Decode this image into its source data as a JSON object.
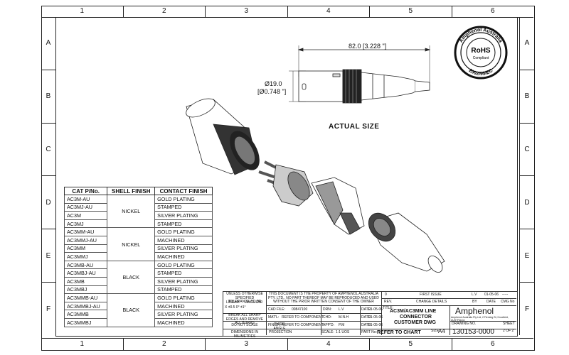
{
  "zones": {
    "columns": [
      "1",
      "2",
      "3",
      "4",
      "5",
      "6"
    ],
    "rows": [
      "A",
      "B",
      "C",
      "D",
      "E",
      "F"
    ]
  },
  "stamp": {
    "top": "Amphenol Australia",
    "middle": "RoHS",
    "sub": "Compliant",
    "bottom": "2002/95/EC"
  },
  "dimensions": {
    "length": "82.0 [3.228 \"]",
    "dia_mm": "Ø19.0",
    "dia_in": "[Ø0.748 \"]"
  },
  "actual_size_label": "ACTUAL SIZE",
  "cat_table": {
    "headers": [
      "CAT P/No.",
      "SHELL FINISH",
      "CONTACT FINISH"
    ],
    "groups": [
      {
        "shell": "NICKEL",
        "rows": [
          {
            "cat": "AC3M-AU",
            "contact": "GOLD PLATING"
          },
          {
            "cat": "AC3MJ-AU",
            "contact": "STAMPED"
          },
          {
            "cat": "AC3M",
            "contact": "SILVER PLATING"
          },
          {
            "cat": "AC3MJ",
            "contact": "STAMPED"
          }
        ]
      },
      {
        "shell": "NICKEL",
        "rows": [
          {
            "cat": "AC3MM-AU",
            "contact": "GOLD PLATING"
          },
          {
            "cat": "AC3MMJ-AU",
            "contact": "MACHINED"
          },
          {
            "cat": "AC3MM",
            "contact": "SILVER PLATING"
          },
          {
            "cat": "AC3MMJ",
            "contact": "MACHINED"
          }
        ]
      },
      {
        "shell": "BLACK",
        "rows": [
          {
            "cat": "AC3MB-AU",
            "contact": "GOLD PLATING"
          },
          {
            "cat": "AC3MBJ-AU",
            "contact": "STAMPED"
          },
          {
            "cat": "AC3MB",
            "contact": "SILVER PLATING"
          },
          {
            "cat": "AC3MBJ",
            "contact": "STAMPED"
          }
        ]
      },
      {
        "shell": "BLACK",
        "rows": [
          {
            "cat": "AC3MMB-AU",
            "contact": "GOLD PLATING"
          },
          {
            "cat": "AC3MMBJ-AU",
            "contact": "MACHINED"
          },
          {
            "cat": "AC3MMB",
            "contact": "SILVER PLATING"
          },
          {
            "cat": "AC3MMBJ",
            "contact": "MACHINED"
          }
        ]
      }
    ]
  },
  "title_block": {
    "tolerance_head": "UNLESS OTHERWISE SPECIFIED TOLERANCE TO BE",
    "linear": "LINEAR",
    "angular": "ANGULAR",
    "tol_values": "X ±0.5  0° ±1°",
    "break_edges": "BREAK ALL SHARP EDGES AND REMOVE ALL BURRS",
    "do_not_scale": "DO NOT SCALE",
    "dim_units": "DIMENSIONS IN MILIMETRES",
    "third_angle": "THIRD ANGLE PROJECTION",
    "property_notice": "THIS DOCUMENT IS THE PROPERTY OF AMPHENOL AUSTRALIA PTY. LTD.. NO PART THEREOF MAY BE REPRODUCED AND USED WITHOUT THE PRIOR WRITTEN CONSENT OF THE OWNER",
    "cad_file_label": "CAD FILE:",
    "cad_file": "00847100",
    "matl_label": "MAT'L:",
    "matl": "REFER TO COMPONENT",
    "finish_label": "FINISH:",
    "finish": "REFER TO COMPONENT",
    "drn_label": "DRN:",
    "drn": "L.V",
    "chd_label": "CHD:",
    "chd": "M.N.H",
    "appd_label": "APP'D:",
    "appd": "P.M",
    "scale_label": "SCALE:",
    "scale": "1:1 UOS",
    "date_label": "DATE:",
    "date1": "01-05-06",
    "date2": "01-05-06",
    "date3": "01-05-06",
    "rev_num": "0",
    "rev_label": "REV.",
    "rev_desc": "FIRST ISSUE",
    "change_details": "CHANGE DETAILS",
    "by_label": "BY",
    "by": "L.V",
    "rev_date": "01-05-06",
    "date_head": "DATE",
    "cmg_no": "CMG No",
    "rev_dashes": "-----",
    "title_label": "TITLE:",
    "title_l1": "AC3M/AC3MM LINE",
    "title_l2": "CONNECTOR",
    "title_l3": "CUSTOMER DWG",
    "company": "Amphenol",
    "company_sub": "Amphenol Australia Pty Ltd, 2 Fleming St, Knoxfield, AUSTRALIA",
    "part_no_label": "PART No:",
    "part_no": "REFER TO CHART",
    "size_label": "SIZE",
    "size": "A4",
    "drawing_no_label": "DRAWING NO.",
    "drawing_no": "130153-0000",
    "sheet_label": "SHEET",
    "sheet": "2 OF 2"
  }
}
